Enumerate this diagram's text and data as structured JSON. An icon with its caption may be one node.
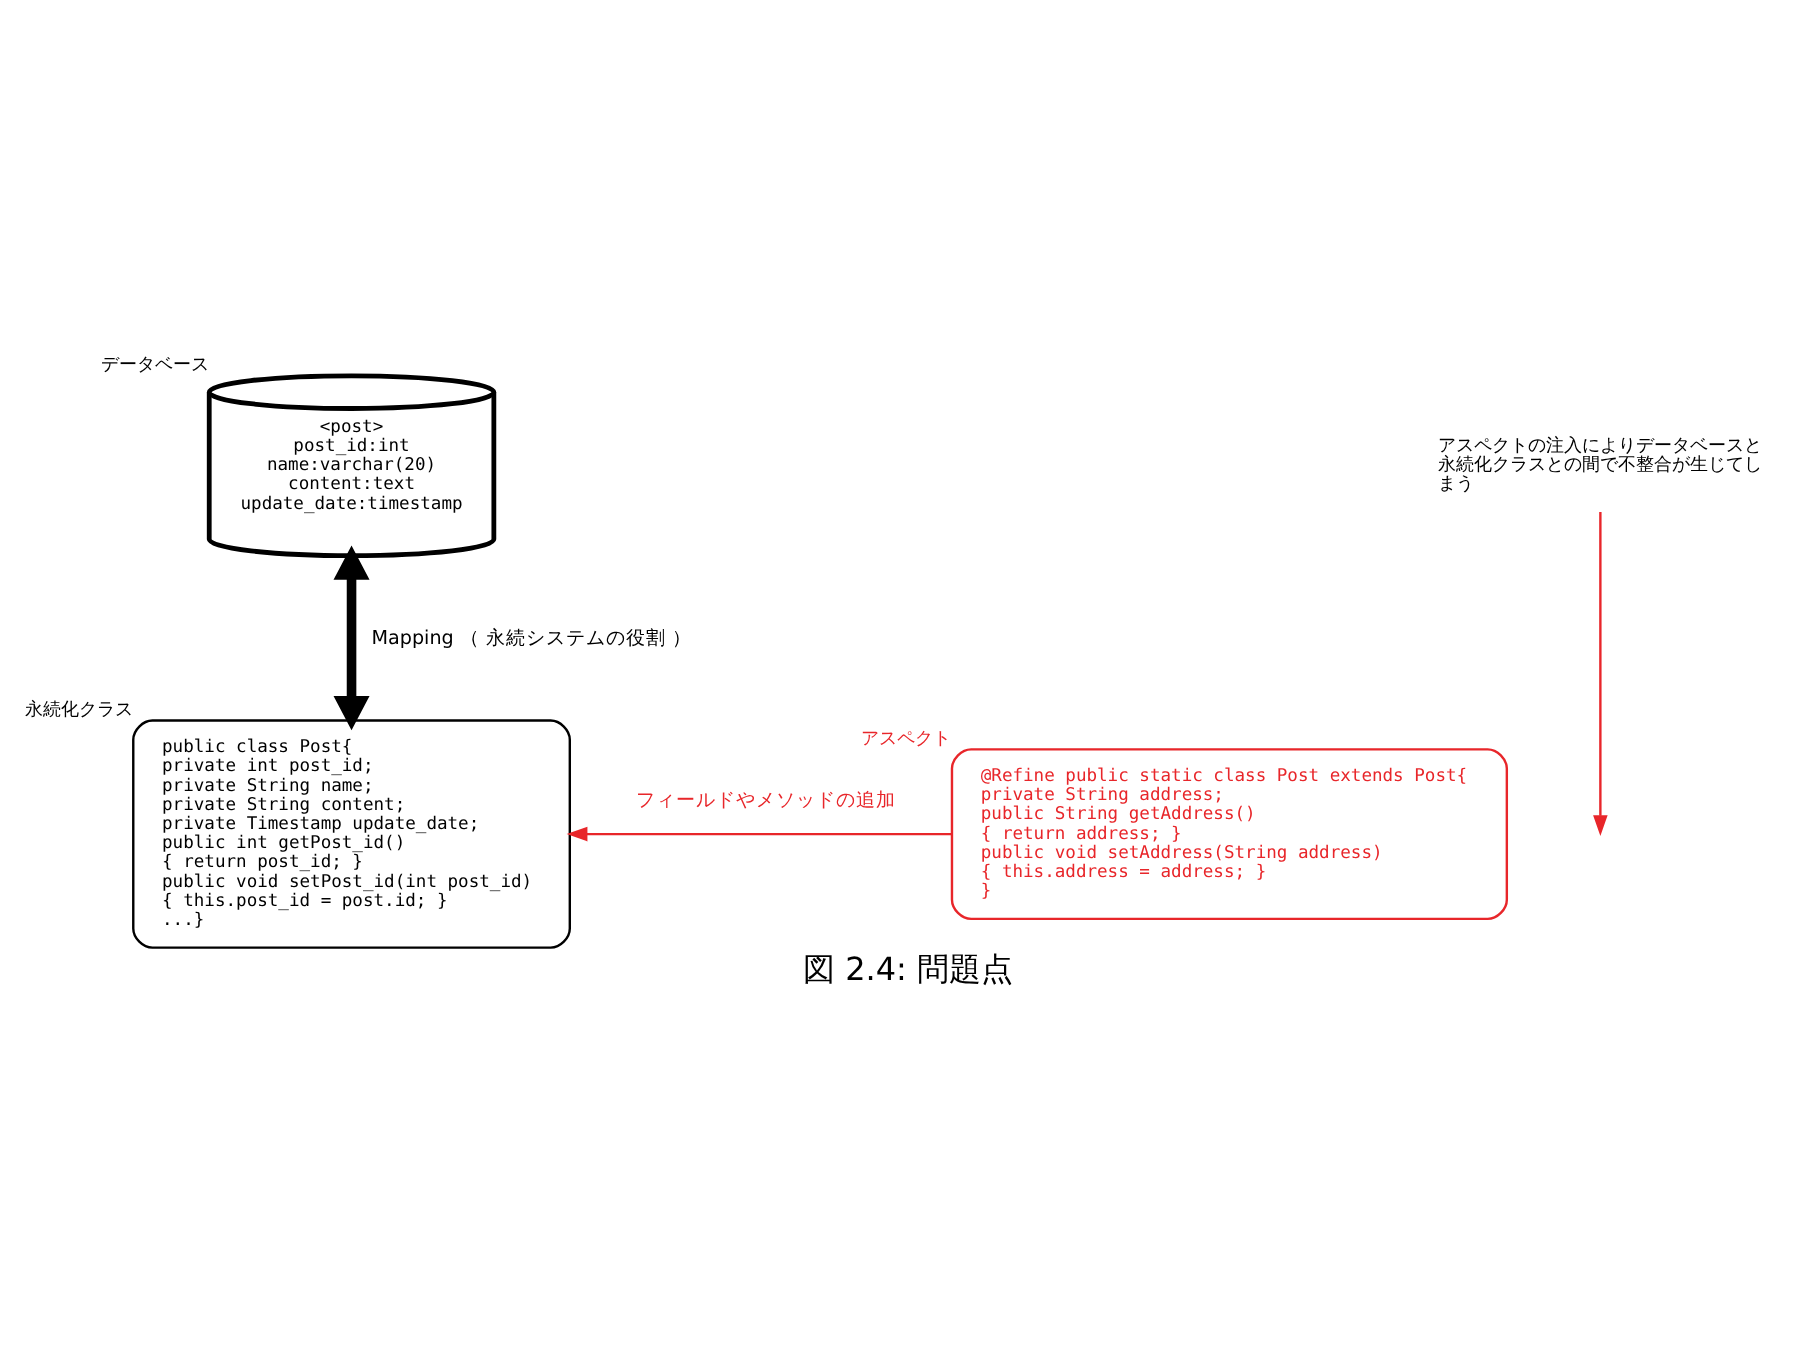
{
  "diagram": {
    "caption": "図 2.4: 問題点",
    "nodes": [
      {
        "text": [
          "<post>",
          "post_id:int name:varchar(20) content:text update_date:timestamp"
        ],
        "beside": [
          "データベース"
        ]
      },
      {
        "text": [
          "public class Post{",
          "private int post_id;",
          "private String name;",
          "private String content;",
          "private Timestamp update_date;",
          "public int getPost_id()",
          "{ return post_id; }",
          "public void setPost_id(int post_id)",
          "{ this.post_id = post.id; }",
          "...}"
        ],
        "beside": [
          "永続化クラス"
        ]
      },
      {
        "text": [
          "@Refine public static class Post extends Post{",
          "private String address;",
          "public String getAddress()",
          "{ return address; }",
          "public void setAddress(String address)",
          "{ this.address = address; }",
          "}"
        ],
        "beside": [
          "アスペクト"
        ]
      },
      {
        "text": [
          "アスペクトの注入によりデータベースと永続化クラスとの間で不整合が生じてしまう"
        ]
      }
    ],
    "edges": [
      {
        "from": 0,
        "to": 1,
        "arrow": "both",
        "style": "thick",
        "color": "#000000",
        "label": "Mapping （ 永続システムの役割 ）"
      },
      {
        "from": 3,
        "to": null,
        "arrow": "to",
        "color": "#e8262a"
      },
      {
        "from": 2,
        "to": 1,
        "arrow": "to",
        "color": "#e8262a",
        "label": "フィールドやメソッドの追加"
      }
    ]
  }
}
